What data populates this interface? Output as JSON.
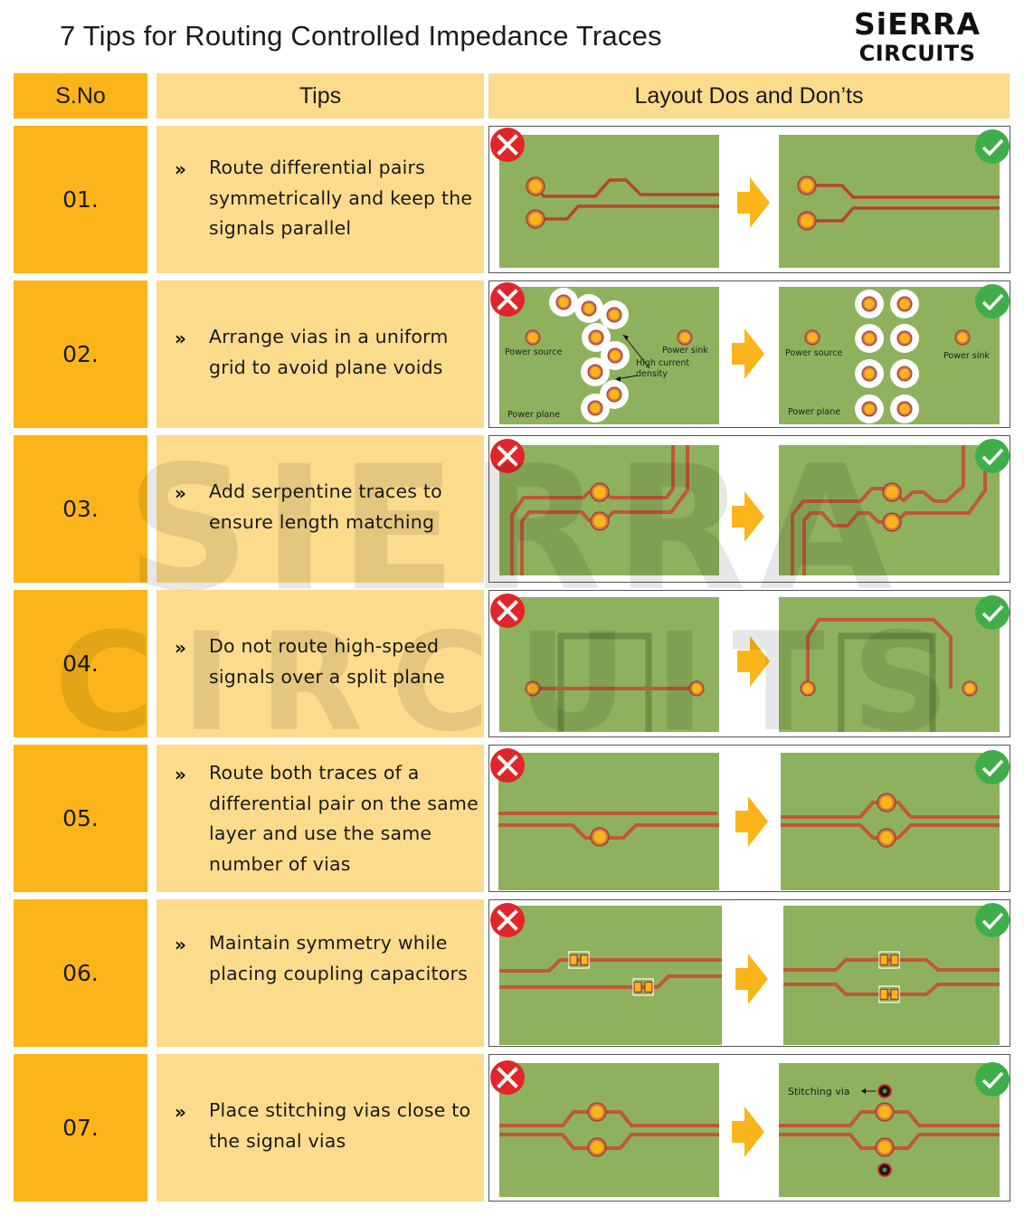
{
  "header": {
    "title": "7 Tips for Routing Controlled Impedance Traces",
    "logo_line1": "SiERRA",
    "logo_line2": "CIRCUITS"
  },
  "table": {
    "columns": [
      "S.No",
      "Tips",
      "Layout Dos and Don’ts"
    ],
    "bullet_glyph": "»",
    "rows": [
      {
        "num": "01.",
        "tip": "Route differential pairs symmetrically and keep the signals parallel",
        "dont_label": "incorrect",
        "do_label": "correct"
      },
      {
        "num": "02.",
        "tip": "Arrange vias in a uniform grid to avoid plane voids",
        "dont_label": "incorrect",
        "do_label": "correct",
        "annotations": {
          "power_source": "Power source",
          "power_sink": "Power sink",
          "power_plane": "Power plane",
          "high_current_1": "High current",
          "high_current_2": "density"
        }
      },
      {
        "num": "03.",
        "tip": "Add serpentine traces to ensure length matching",
        "dont_label": "incorrect",
        "do_label": "correct"
      },
      {
        "num": "04.",
        "tip": "Do not route high-speed signals over a split plane",
        "dont_label": "incorrect",
        "do_label": "correct"
      },
      {
        "num": "05.",
        "tip": "Route both traces of a differential pair on the same layer and use the same number of vias",
        "dont_label": "incorrect",
        "do_label": "correct"
      },
      {
        "num": "06.",
        "tip": "Maintain symmetry while placing coupling capacitors",
        "dont_label": "incorrect",
        "do_label": "correct"
      },
      {
        "num": "07.",
        "tip": "Place stitching vias close to the signal vias",
        "dont_label": "incorrect",
        "do_label": "correct",
        "annotations": {
          "stitching_via": "Stitching via"
        }
      }
    ]
  },
  "colors": {
    "sno_bg": "#fbb51a",
    "tips_bg": "#fddb8d",
    "pcb_green": "#8db15c",
    "trace_copper": "#c0573b",
    "via_yellow": "#fbb51a",
    "arrow_orange": "#fbb51a",
    "cross_red": "#e0262b",
    "check_green": "#3fae49"
  },
  "watermark": {
    "line1": "SIERRA",
    "line2": "CIRCUITS"
  }
}
